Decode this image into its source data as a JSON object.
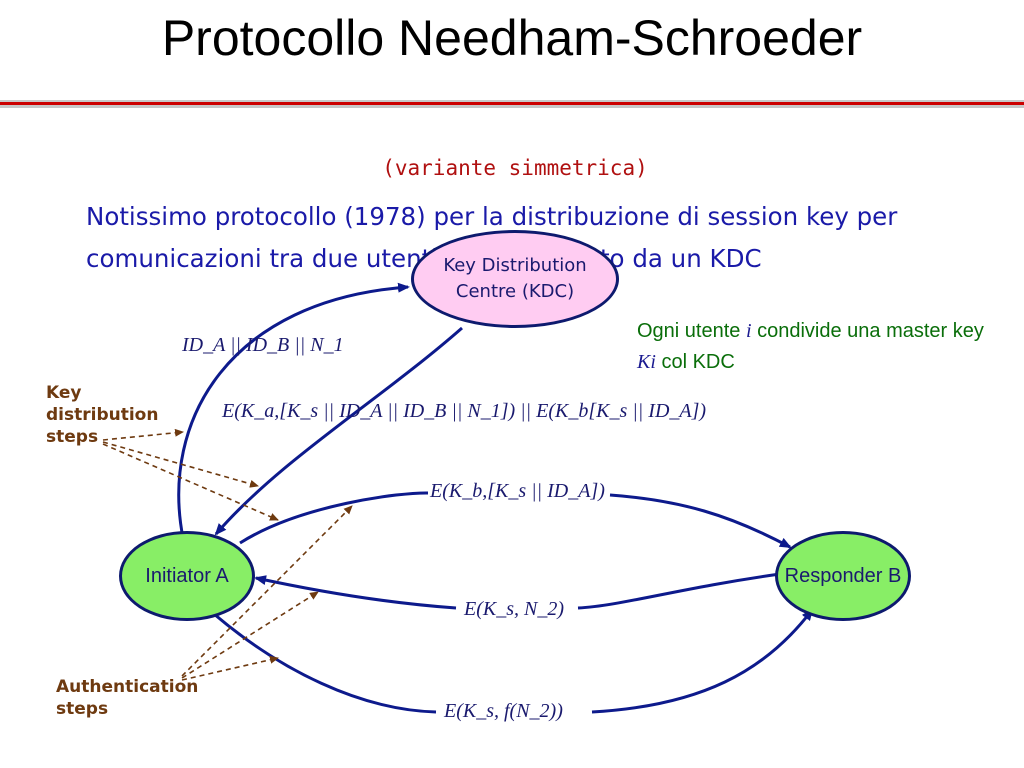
{
  "slide": {
    "title": "Protocollo Needham-Schroeder",
    "subtitle": "(variante simmetrica)",
    "intro": "Notissimo protocollo (1978) per la distribuzione di session key per comunicazioni tra due utenti A e B arbitrato da un KDC"
  },
  "nodes": {
    "kdc": "Key Distribution Centre (KDC)",
    "initiator": "Initiator A",
    "responder": "Responder B"
  },
  "note": {
    "text_before": "Ogni utente",
    "user_var": "i",
    "text_middle": "condivide una master key",
    "key_var": "Ki",
    "text_after": "col KDC"
  },
  "labels": {
    "key_distribution": "Key distribution steps",
    "authentication": "Authentication steps"
  },
  "messages": {
    "m1": "ID_A || ID_B || N_1",
    "m2": "E(K_a,[K_s || ID_A || ID_B || N_1]) || E(K_b[K_s || ID_A])",
    "m3": "E(K_b,[K_s || ID_A])",
    "m4": "E(K_s, N_2)",
    "m5": "E(K_s, f(N_2))"
  },
  "colors": {
    "arrow": "#0d1a8c",
    "pointer": "#6e3a10",
    "kdc_fill": "#ffccf2",
    "party_fill": "#88ee66",
    "note_text": "#0a6e0a",
    "intro_text": "#1a1aa8",
    "subtitle_text": "#b01010",
    "title_rule": "#cc0000"
  }
}
